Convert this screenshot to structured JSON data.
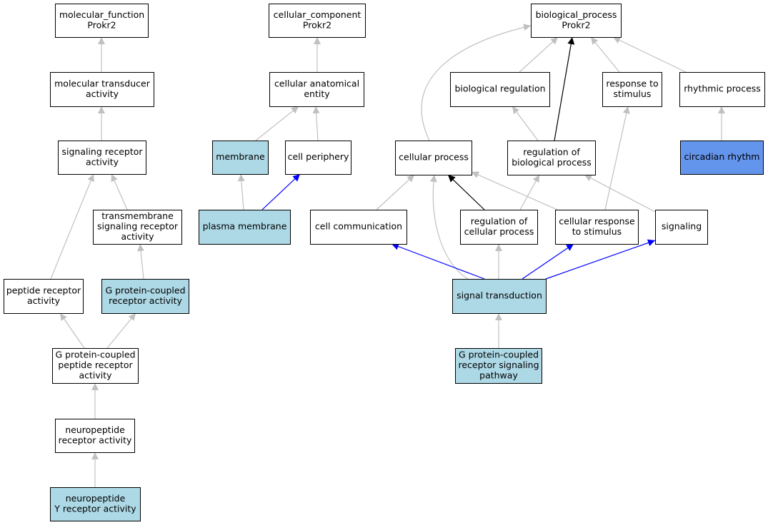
{
  "colors": {
    "node_plain": "#ffffff",
    "node_highlight": "#add8e6",
    "node_selected": "#6495ed",
    "edge_gray": "#c0c0c0",
    "edge_blue": "#0000ff",
    "edge_black": "#000000"
  },
  "nodes": [
    {
      "id": "mf",
      "lines": [
        "molecular_function",
        "Prokr2"
      ],
      "style": "plain"
    },
    {
      "id": "mta",
      "lines": [
        "molecular transducer",
        "activity"
      ],
      "style": "plain"
    },
    {
      "id": "sra",
      "lines": [
        "signaling receptor",
        "activity"
      ],
      "style": "plain"
    },
    {
      "id": "tsra",
      "lines": [
        "transmembrane",
        "signaling receptor",
        "activity"
      ],
      "style": "plain"
    },
    {
      "id": "pra",
      "lines": [
        "peptide receptor",
        "activity"
      ],
      "style": "plain"
    },
    {
      "id": "gpcra",
      "lines": [
        "G protein-coupled",
        "receptor activity"
      ],
      "style": "highlight"
    },
    {
      "id": "gppra",
      "lines": [
        "G protein-coupled",
        "peptide receptor",
        "activity"
      ],
      "style": "plain"
    },
    {
      "id": "npra",
      "lines": [
        "neuropeptide",
        "receptor activity"
      ],
      "style": "plain"
    },
    {
      "id": "npyra",
      "lines": [
        "neuropeptide",
        "Y receptor activity"
      ],
      "style": "highlight"
    },
    {
      "id": "cc",
      "lines": [
        "cellular_component",
        "Prokr2"
      ],
      "style": "plain"
    },
    {
      "id": "cae",
      "lines": [
        "cellular anatomical",
        "entity"
      ],
      "style": "plain"
    },
    {
      "id": "mem",
      "lines": [
        "membrane"
      ],
      "style": "highlight"
    },
    {
      "id": "cp",
      "lines": [
        "cell periphery"
      ],
      "style": "plain"
    },
    {
      "id": "pm",
      "lines": [
        "plasma membrane"
      ],
      "style": "highlight"
    },
    {
      "id": "bp",
      "lines": [
        "biological_process",
        "Prokr2"
      ],
      "style": "plain"
    },
    {
      "id": "breg",
      "lines": [
        "biological regulation"
      ],
      "style": "plain"
    },
    {
      "id": "rts",
      "lines": [
        "response to",
        "stimulus"
      ],
      "style": "plain"
    },
    {
      "id": "rp",
      "lines": [
        "rhythmic process"
      ],
      "style": "plain"
    },
    {
      "id": "cellp",
      "lines": [
        "cellular process"
      ],
      "style": "plain"
    },
    {
      "id": "rbp",
      "lines": [
        "regulation of",
        "biological process"
      ],
      "style": "plain"
    },
    {
      "id": "cr",
      "lines": [
        "circadian rhythm"
      ],
      "style": "selected"
    },
    {
      "id": "ccom",
      "lines": [
        "cell communication"
      ],
      "style": "plain"
    },
    {
      "id": "rcp",
      "lines": [
        "regulation of",
        "cellular process"
      ],
      "style": "plain"
    },
    {
      "id": "crs",
      "lines": [
        "cellular response",
        "to stimulus"
      ],
      "style": "plain"
    },
    {
      "id": "sig",
      "lines": [
        "signaling"
      ],
      "style": "plain"
    },
    {
      "id": "st",
      "lines": [
        "signal transduction"
      ],
      "style": "highlight"
    },
    {
      "id": "gpcrsp",
      "lines": [
        "G protein-coupled",
        "receptor signaling",
        "pathway"
      ],
      "style": "highlight"
    }
  ],
  "edges": [
    {
      "from": "mta",
      "to": "mf",
      "color": "gray"
    },
    {
      "from": "sra",
      "to": "mta",
      "color": "gray"
    },
    {
      "from": "tsra",
      "to": "sra",
      "color": "gray"
    },
    {
      "from": "pra",
      "to": "sra",
      "color": "gray"
    },
    {
      "from": "gpcra",
      "to": "tsra",
      "color": "gray"
    },
    {
      "from": "gppra",
      "to": "pra",
      "color": "gray"
    },
    {
      "from": "gppra",
      "to": "gpcra",
      "color": "gray"
    },
    {
      "from": "npra",
      "to": "gppra",
      "color": "gray"
    },
    {
      "from": "npyra",
      "to": "npra",
      "color": "gray"
    },
    {
      "from": "cae",
      "to": "cc",
      "color": "gray"
    },
    {
      "from": "mem",
      "to": "cae",
      "color": "gray"
    },
    {
      "from": "cp",
      "to": "cae",
      "color": "gray"
    },
    {
      "from": "pm",
      "to": "mem",
      "color": "gray"
    },
    {
      "from": "pm",
      "to": "cp",
      "color": "blue"
    },
    {
      "from": "breg",
      "to": "bp",
      "color": "gray"
    },
    {
      "from": "rts",
      "to": "bp",
      "color": "gray"
    },
    {
      "from": "rp",
      "to": "bp",
      "color": "gray"
    },
    {
      "from": "cellp",
      "to": "bp",
      "color": "gray"
    },
    {
      "from": "rbp",
      "to": "bp",
      "color": "black"
    },
    {
      "from": "rbp",
      "to": "breg",
      "color": "gray"
    },
    {
      "from": "cr",
      "to": "rp",
      "color": "gray"
    },
    {
      "from": "ccom",
      "to": "cellp",
      "color": "gray"
    },
    {
      "from": "rcp",
      "to": "cellp",
      "color": "black"
    },
    {
      "from": "rcp",
      "to": "rbp",
      "color": "gray"
    },
    {
      "from": "crs",
      "to": "cellp",
      "color": "gray"
    },
    {
      "from": "crs",
      "to": "rts",
      "color": "gray"
    },
    {
      "from": "sig",
      "to": "rbp",
      "color": "gray"
    },
    {
      "from": "st",
      "to": "cellp",
      "color": "gray"
    },
    {
      "from": "st",
      "to": "rcp",
      "color": "gray"
    },
    {
      "from": "st",
      "to": "ccom",
      "color": "blue"
    },
    {
      "from": "st",
      "to": "crs",
      "color": "blue"
    },
    {
      "from": "st",
      "to": "sig",
      "color": "blue"
    },
    {
      "from": "gpcrsp",
      "to": "st",
      "color": "gray"
    }
  ]
}
